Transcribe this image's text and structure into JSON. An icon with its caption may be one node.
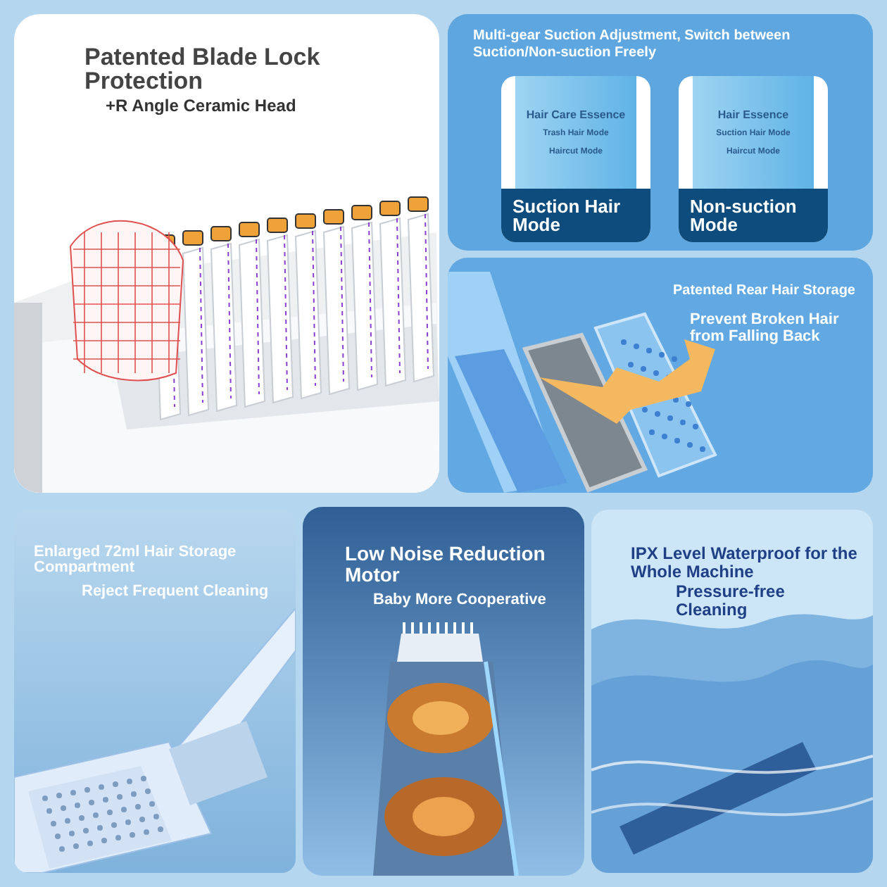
{
  "diagram": {
    "nodes": [
      {
        "text": [
          "Patented Blade Lock Protection",
          "+R Angle Ceramic Head"
        ]
      },
      {
        "text": [
          "Multi-gear Suction Adjustment, Switch between Suction/Non-suction Freely"
        ]
      },
      {
        "text": [
          "Hair Care Essence",
          "Trash Hair Mode",
          "Haircut Mode",
          "Suction Hair Mode"
        ],
        "in": 1
      },
      {
        "text": [
          "Hair Essence",
          "Suction Hair Mode",
          "Haircut Mode",
          "Non-suction Mode"
        ],
        "in": 1
      },
      {
        "text": [
          "Patented Rear Hair Storage",
          "Prevent Broken Hair from Falling Back"
        ]
      },
      {
        "text": [
          "Enlarged 72ml Hair Storage Compartment",
          "Reject Frequent Cleaning"
        ]
      },
      {
        "text": [
          "Low Noise Reduction Motor",
          "Baby More Cooperative"
        ]
      },
      {
        "text": [
          "IPX Level Waterproof for the Whole Machine",
          "Pressure-free Cleaning"
        ]
      }
    ]
  }
}
